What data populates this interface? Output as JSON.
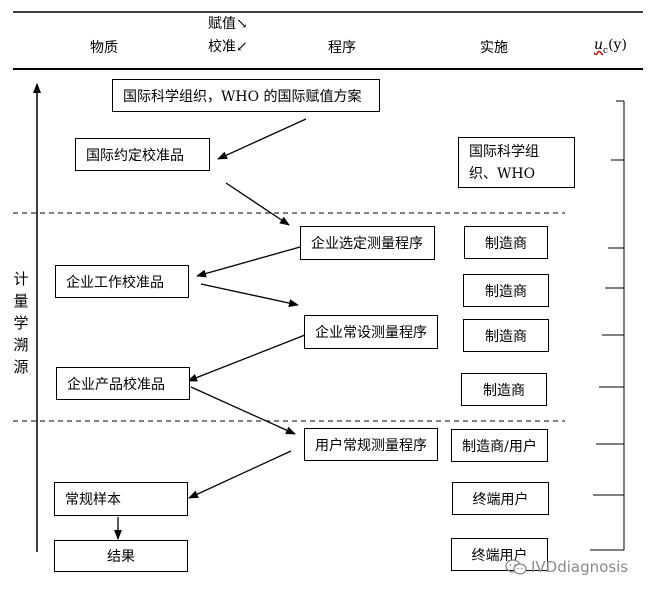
{
  "header": {
    "col_material": "物质",
    "col_assign_top": "赋值↘",
    "col_assign_bottom": "校准↙",
    "col_procedure": "程序",
    "col_implementer": "实施",
    "col_uncertainty": "u_c(y)",
    "col_uncertainty_main": "u",
    "col_uncertainty_sub": "c",
    "col_uncertainty_tail": "(y)"
  },
  "side_label": "计量学溯源",
  "boxes": {
    "ifcc_scheme": "国际科学组织，WHO 的国际赋值方案",
    "intl_calibrator": "国际约定校准品",
    "org_who": "国际科学组织、WHO",
    "mfr_selected_procedure": "企业选定测量程序",
    "mfr_1": "制造商",
    "mfr_working_calibrator": "企业工作校准品",
    "mfr_2": "制造商",
    "mfr_standing_procedure": "企业常设测量程序",
    "mfr_3": "制造商",
    "mfr_product_calibrator": "企业产品校准品",
    "mfr_4": "制造商",
    "user_routine_procedure": "用户常规测量程序",
    "mfr_user": "制造商/用户",
    "routine_sample": "常规样本",
    "end_user_1": "终端用户",
    "result": "结果",
    "end_user_2": "终端用户"
  },
  "watermark": "IVDdiagnosis"
}
